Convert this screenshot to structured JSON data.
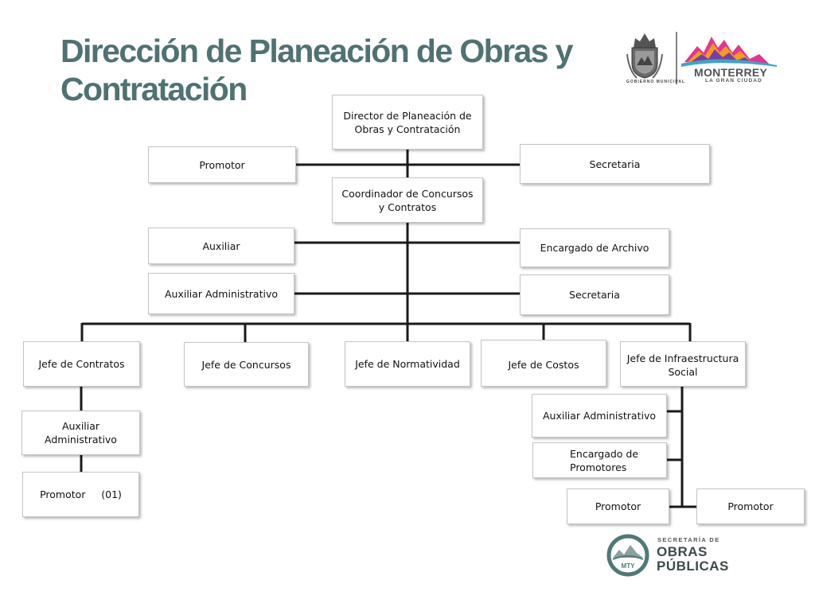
{
  "title": "Dirección de Planeación de Obras y Contratación",
  "branding": {
    "seal_caption": "GOBIERNO MUNICIPAL",
    "city_name": "MONTERREY",
    "city_tagline": "LA GRAN CIUDAD",
    "dept_small": "SECRETARÍA DE",
    "dept_line1": "OBRAS",
    "dept_line2": "PÚBLICAS",
    "dept_badge": "MTY"
  },
  "colors": {
    "title": "#4f7273",
    "connector": "#1a1a1a",
    "badge_teal": "#4f7978"
  },
  "org": {
    "director": "Director de Planeación de Obras y Contratación",
    "promotor_top": "Promotor",
    "secretaria_top": "Secretaria",
    "coordinador": "Coordinador de Concursos y Contratos",
    "auxiliar": "Auxiliar",
    "encargado_archivo": "Encargado de Archivo",
    "auxiliar_administrativo": "Auxiliar Administrativo",
    "secretaria_mid": "Secretaria",
    "jefe_contratos": "Jefe de Contratos",
    "jefe_concursos": "Jefe de Concursos",
    "jefe_normatividad": "Jefe de Normatividad",
    "jefe_costos": "Jefe de Costos",
    "jefe_infraestructura": "Jefe de Infraestructura Social",
    "contratos_auxiliar": "Auxiliar Administrativo",
    "contratos_promotor": "Promotor     (01)",
    "infra_auxiliar": "Auxiliar Administrativo",
    "infra_encargado": "Encargado de Promotores",
    "infra_promotor_1": "Promotor",
    "infra_promotor_2": "Promotor"
  }
}
